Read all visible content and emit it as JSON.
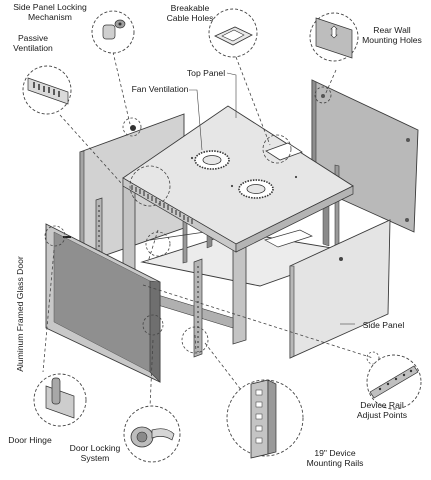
{
  "labels": {
    "side_panel_locking_1": "Side Panel Locking",
    "side_panel_locking_2": "Mechanism",
    "breakable_1": "Breakable",
    "breakable_2": "Cable Holes",
    "rear_wall_1": "Rear Wall",
    "rear_wall_2": "Mounting Holes",
    "passive_1": "Passive",
    "passive_2": "Ventilation",
    "top_panel": "Top Panel",
    "fan_ventilation": "Fan Ventilation",
    "glass_door": "Aluminum Framed Glass Door",
    "side_panel": "Side Panel",
    "device_rail_1": "Device Rail",
    "device_rail_2": "Adjust Points",
    "door_hinge": "Door Hinge",
    "door_locking_1": "Door Locking",
    "door_locking_2": "System",
    "mounting_rails_1": "19\" Device",
    "mounting_rails_2": "Mounting Rails"
  },
  "colors": {
    "line": "#3a3a3a",
    "panel_light": "#e4e4e4",
    "panel_mid": "#cfcfcf",
    "panel_dark": "#9a9a9a",
    "glass": "#8f8f8f"
  }
}
